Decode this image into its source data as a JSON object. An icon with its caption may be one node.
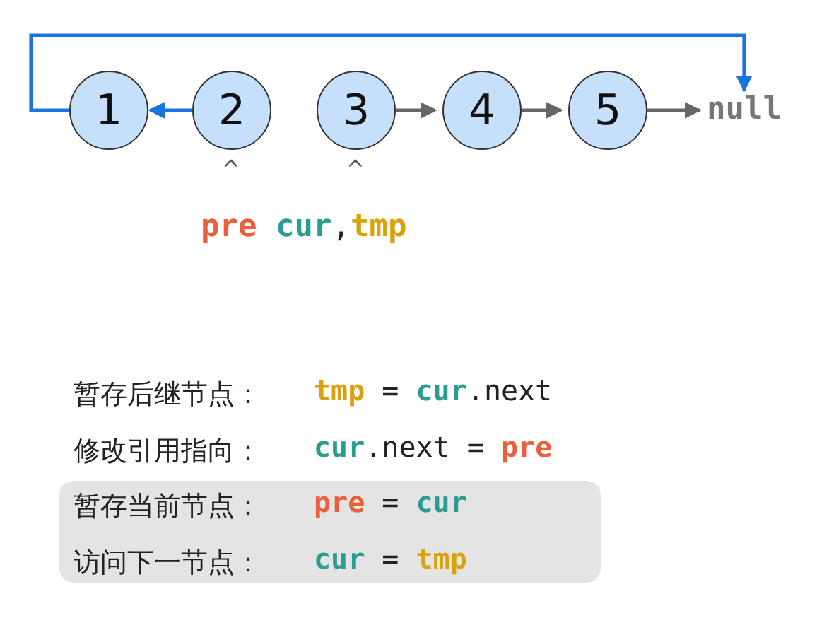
{
  "diagram": {
    "nodes": [
      {
        "text": [
          "1"
        ]
      },
      {
        "text": [
          "2"
        ]
      },
      {
        "text": [
          "3"
        ]
      },
      {
        "text": [
          "4"
        ]
      },
      {
        "text": [
          "5"
        ]
      },
      {
        "text": [
          "null"
        ]
      }
    ],
    "edges": [
      {
        "from": 1,
        "to": 0,
        "arrow": "to",
        "color": "#1a74e0"
      },
      {
        "from": 2,
        "to": 3,
        "arrow": "to"
      },
      {
        "from": 3,
        "to": 4,
        "arrow": "to"
      },
      {
        "from": 4,
        "to": 5,
        "arrow": "to"
      },
      {
        "from": 0,
        "to": 5,
        "arrow": "to",
        "color": "#1a74e0"
      }
    ],
    "labels": [
      "^",
      "^",
      "pre cur,tmp",
      "暂存后继节点：",
      "tmp = cur.next",
      "修改引用指向：",
      "cur.next = pre",
      "暂存当前节点：",
      "pre = cur",
      "访问下一节点：",
      "cur = tmp"
    ]
  }
}
